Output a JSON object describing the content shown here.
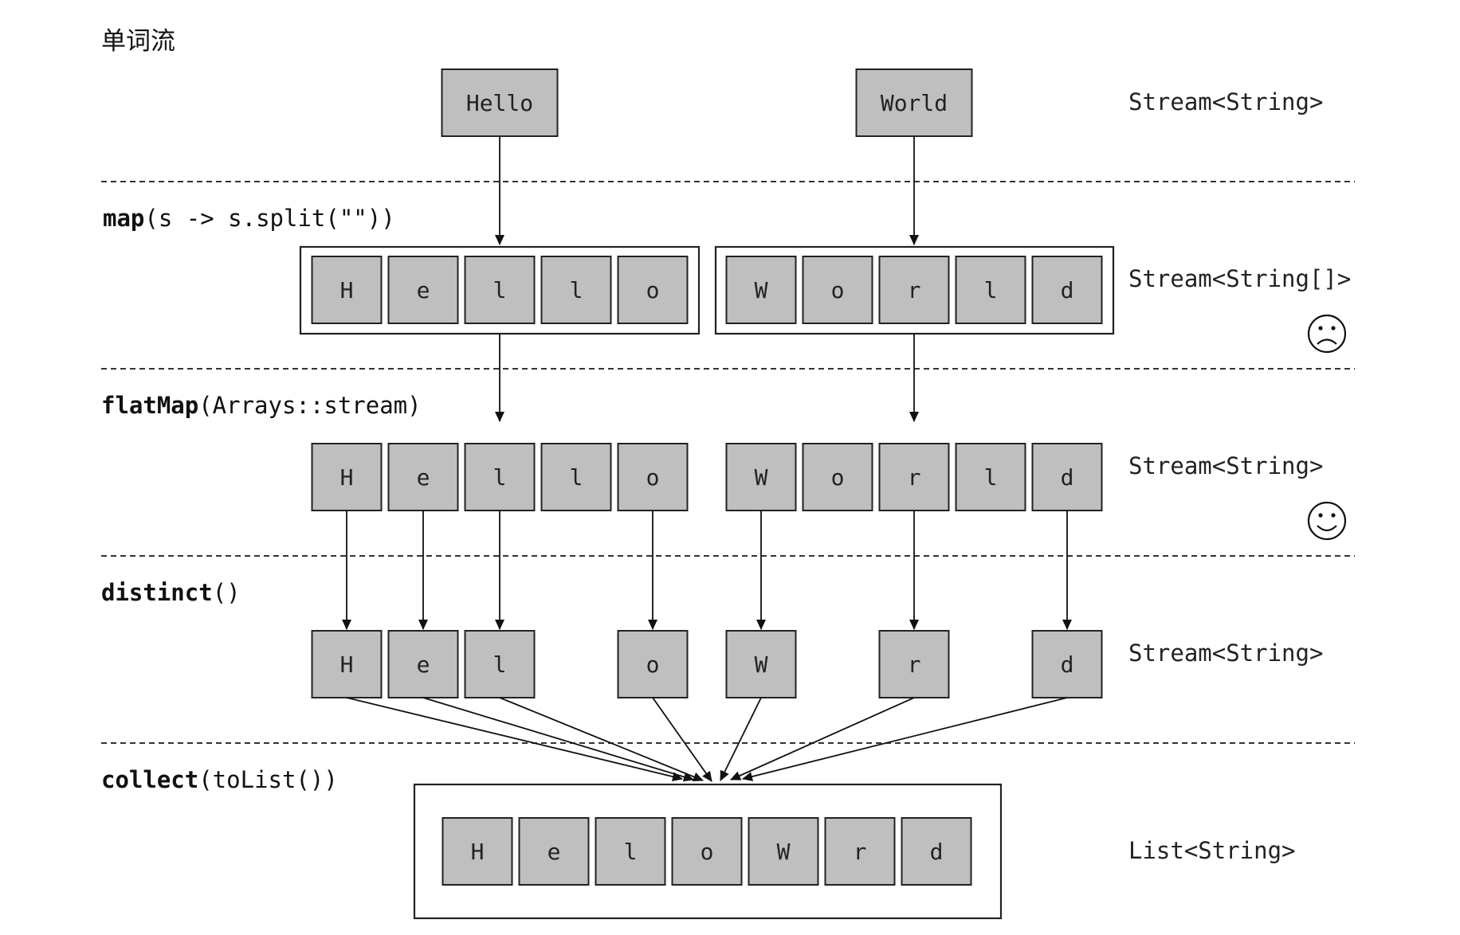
{
  "title": "单词流",
  "words": [
    "Hello",
    "World"
  ],
  "stages": [
    {
      "op_bold": "",
      "op_rest": "",
      "type_label": "Stream<String>"
    },
    {
      "op_bold": "map",
      "op_rest": "(s -> s.split(\"\"))",
      "type_label": "Stream<String[]>",
      "face": "sad-face-icon"
    },
    {
      "op_bold": "flatMap",
      "op_rest": "(Arrays::stream)",
      "type_label": "Stream<String>",
      "face": "smiley-face-icon"
    },
    {
      "op_bold": "distinct",
      "op_rest": "()",
      "type_label": "Stream<String>"
    },
    {
      "op_bold": "collect",
      "op_rest": "(toList())",
      "type_label": "List<String>"
    }
  ],
  "split_arrays": [
    [
      "H",
      "e",
      "l",
      "l",
      "o"
    ],
    [
      "W",
      "o",
      "r",
      "l",
      "d"
    ]
  ],
  "flat_stream": [
    "H",
    "e",
    "l",
    "l",
    "o",
    "W",
    "o",
    "r",
    "l",
    "d"
  ],
  "distinct_stream": [
    "H",
    "e",
    "l",
    "o",
    "W",
    "r",
    "d"
  ],
  "result_list": [
    "H",
    "e",
    "l",
    "o",
    "W",
    "r",
    "d"
  ],
  "colors": {
    "cell_fill": "#bfbfbf",
    "stroke": "#222222"
  }
}
